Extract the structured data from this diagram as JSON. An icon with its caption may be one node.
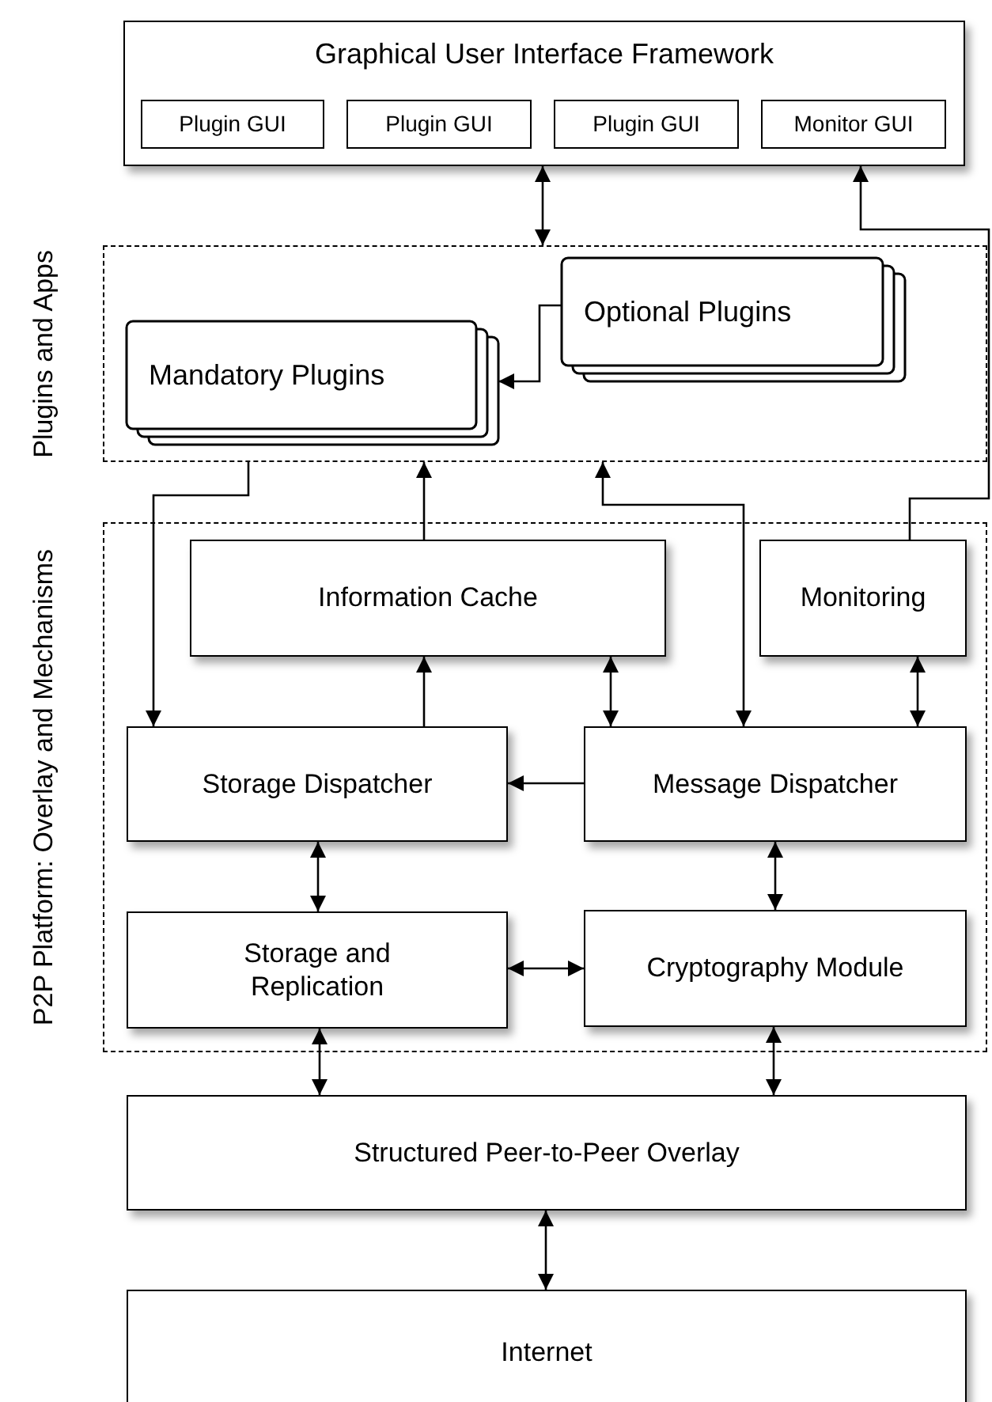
{
  "diagram": {
    "nodes": [
      {
        "text": [
          "Graphical User Interface Framework"
        ]
      },
      {
        "text": [
          "Plugin GUI"
        ],
        "in": 0
      },
      {
        "text": [
          "Plugin GUI"
        ],
        "in": 0
      },
      {
        "text": [
          "Plugin GUI"
        ],
        "in": 0
      },
      {
        "text": [
          "Monitor GUI"
        ],
        "in": 0
      },
      {
        "text": [
          "Plugins and Apps"
        ]
      },
      {
        "text": [
          "Optional Plugins"
        ],
        "in": 5
      },
      {
        "text": [
          "Mandatory Plugins"
        ],
        "in": 5
      },
      {
        "text": [
          "P2P Platform: Overlay and Mechanisms"
        ]
      },
      {
        "text": [
          "Information Cache"
        ],
        "in": 8
      },
      {
        "text": [
          "Monitoring"
        ],
        "in": 8
      },
      {
        "text": [
          "Storage Dispatcher"
        ],
        "in": 8
      },
      {
        "text": [
          "Message Dispatcher"
        ],
        "in": 8
      },
      {
        "text": [
          "Storage and Replication"
        ],
        "in": 8
      },
      {
        "text": [
          "Cryptography Module"
        ],
        "in": 8
      },
      {
        "text": [
          "Structured Peer-to-Peer Overlay"
        ]
      },
      {
        "text": [
          "Internet"
        ]
      }
    ],
    "edges": [
      {
        "from": 0,
        "to": 5,
        "arrow": "both"
      },
      {
        "from": 10,
        "to": 0,
        "arrow": "to"
      },
      {
        "from": 6,
        "to": 7,
        "arrow": "to"
      },
      {
        "from": 5,
        "to": 11,
        "arrow": "to"
      },
      {
        "from": 9,
        "to": 5,
        "arrow": "to"
      },
      {
        "from": 5,
        "to": 12,
        "arrow": "both"
      },
      {
        "from": 11,
        "to": 9,
        "arrow": "to"
      },
      {
        "from": 9,
        "to": 12,
        "arrow": "both"
      },
      {
        "from": 10,
        "to": 12,
        "arrow": "both"
      },
      {
        "from": 12,
        "to": 11,
        "arrow": "to"
      },
      {
        "from": 11,
        "to": 13,
        "arrow": "both"
      },
      {
        "from": 12,
        "to": 14,
        "arrow": "both"
      },
      {
        "from": 13,
        "to": 14,
        "arrow": "both"
      },
      {
        "from": 13,
        "to": 15,
        "arrow": "both"
      },
      {
        "from": 14,
        "to": 15,
        "arrow": "both"
      },
      {
        "from": 15,
        "to": 16,
        "arrow": "both"
      }
    ]
  }
}
